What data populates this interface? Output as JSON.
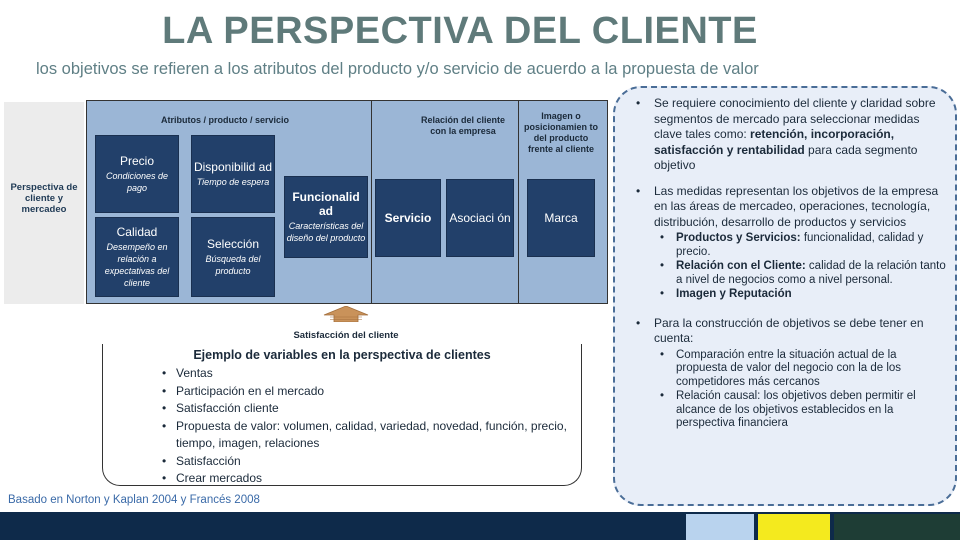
{
  "title": "LA PERSPECTIVA DEL CLIENTE",
  "subtitle": "los objetivos se refieren a los atributos del producto y/o servicio de acuerdo a la propuesta de valor",
  "left_label": "Perspectiva de cliente y mercadeo",
  "model": {
    "headers": {
      "attributes": "Atributos / producto / servicio",
      "relation": "Relación del cliente con la empresa",
      "image": "Imagen o posicionamien to del producto frente al cliente"
    },
    "boxes": {
      "precio": {
        "label": "Precio",
        "sub": "Condiciones de pago"
      },
      "disponibilidad": {
        "label": "Disponibilid ad",
        "sub": "Tiempo de espera"
      },
      "funcionalidad": {
        "label": "Funcionalid ad",
        "sub": "Características del diseño del producto"
      },
      "calidad": {
        "label": "Calidad",
        "sub": "Desempeño en relación a expectativas del cliente"
      },
      "seleccion": {
        "label": "Selección",
        "sub": "Búsqueda del producto"
      },
      "servicio": {
        "label": "Servicio"
      },
      "asociacion": {
        "label": "Asociaci ón"
      },
      "marca": {
        "label": "Marca"
      }
    }
  },
  "satisfaction_label": "Satisfacción del cliente",
  "example": {
    "title": "Ejemplo de variables en la perspectiva de clientes",
    "items": [
      "Ventas",
      "Participación en el mercado",
      "Satisfacción cliente",
      "Propuesta de valor: volumen, calidad, variedad, novedad, función, precio, tiempo, imagen, relaciones",
      "Satisfacción",
      "Crear mercados"
    ]
  },
  "source": "Basado en Norton y Kaplan 2004  y Francés 2008",
  "right_panel": {
    "p1_pre": "Se requiere conocimiento del cliente y claridad sobre segmentos de mercado para seleccionar medidas clave tales como: ",
    "p1_bold": "retención, incorporación, satisfacción y rentabilidad",
    "p1_post": " para cada segmento objetivo",
    "p2": "Las medidas representan los objetivos de la empresa en las áreas de mercadeo, operaciones, tecnología, distribución, desarrollo de productos y servicios",
    "sub1_bold": "Productos y Servicios:",
    "sub1_rest": " funcionalidad, calidad y precio.",
    "sub2_bold": "Relación con el Cliente:",
    "sub2_rest": " calidad de la relación  tanto a nivel de negocios como a nivel personal.",
    "sub3_bold": "Imagen y Reputación",
    "p3": "Para la construcción de objetivos se debe tener en cuenta:",
    "sub4": "Comparación entre la situación actual de la propuesta de valor del negocio con la de los competidores más cercanos",
    "sub5": "Relación causal: los objetivos deben permitir el alcance de los objetivos establecidos en la perspectiva financiera"
  },
  "colors": {
    "title": "#5f7a7a",
    "panel": "#9bb6d6",
    "dark_box": "#22406a",
    "footer": "#0e2a4a",
    "footer_yellow": "#f4ea1e"
  }
}
